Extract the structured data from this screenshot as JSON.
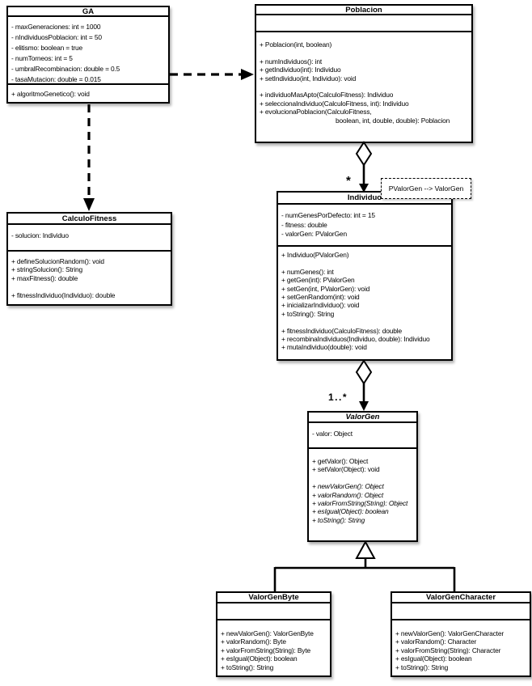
{
  "classes": {
    "ga": {
      "name": "GA",
      "attributes": [
        {
          "text": "- maxGeneraciones: int = 1000"
        },
        {
          "text": "- nIndividuosPoblacion: int = 50"
        },
        {
          "text": "- elitismo: boolean = true"
        },
        {
          "text": "- numTorneos: int = 5"
        },
        {
          "text": "- umbralRecombinacion: double = 0.5"
        },
        {
          "text": "- tasaMutacion: double = 0.015"
        }
      ],
      "methods": [
        {
          "text": "+ algoritmoGenetico(): void"
        }
      ]
    },
    "poblacion": {
      "name": "Poblacion",
      "attributes": [],
      "methods": [
        {
          "text": "+ Poblacion(int, boolean)"
        },
        {
          "text": ""
        },
        {
          "text": "+ numIndividuos(): int"
        },
        {
          "text": "+ getIndividuo(int): Individuo"
        },
        {
          "text": "+ setIndividuo(int, Individuo): void"
        },
        {
          "text": ""
        },
        {
          "text": "+ individuoMasApto(CalculoFitness): Individuo"
        },
        {
          "text": "+ seleccionaIndividuo(CalculoFitness, int): Individuo"
        },
        {
          "text": "+ evolucionaPoblacion(CalculoFitness,"
        },
        {
          "text": "boolean, int, double, double): Poblacion",
          "indent": true
        }
      ]
    },
    "calculofitness": {
      "name": "CalculoFitness",
      "attributes": [
        {
          "text": "- solucion: Individuo"
        }
      ],
      "methods": [
        {
          "text": "+ defineSolucionRandom(): void"
        },
        {
          "text": "+ stringSolucion(): String"
        },
        {
          "text": "+ maxFitness(): double"
        },
        {
          "text": ""
        },
        {
          "text": "+ fitnessIndividuo(Individuo): double"
        }
      ]
    },
    "individuo": {
      "name": "Individuo",
      "attributes": [
        {
          "text": "- numGenesPorDefecto: int = 15"
        },
        {
          "text": "- fitness: double"
        },
        {
          "text": "- valorGen: PValorGen"
        }
      ],
      "methods": [
        {
          "text": "+ Individuo(PValorGen)"
        },
        {
          "text": ""
        },
        {
          "text": "+ numGenes(): int"
        },
        {
          "text": "+ getGen(int): PValorGen"
        },
        {
          "text": "+ setGen(int, PValorGen): void"
        },
        {
          "text": "+ setGenRandom(int): void"
        },
        {
          "text": "+ inicializarIndividuo(): void"
        },
        {
          "text": "+ toString(): String"
        },
        {
          "text": ""
        },
        {
          "text": "+ fitnessIndividuo(CalculoFitness): double"
        },
        {
          "text": "+ recombinaIndividuos(Individuo, double): Individuo"
        },
        {
          "text": "+ mutaIndividuo(double): void"
        }
      ]
    },
    "valorgen": {
      "name": "ValorGen",
      "attributes": [
        {
          "text": "- valor: Object"
        }
      ],
      "methods": [
        {
          "text": "+ getValor(): Object"
        },
        {
          "text": "+ setValor(Object): void"
        },
        {
          "text": ""
        },
        {
          "text": "+ newValorGen(): Object",
          "italic": true
        },
        {
          "text": "+ valorRandom(): Object",
          "italic": true
        },
        {
          "text": "+ valorFromString(String): Object",
          "italic": true
        },
        {
          "text": "+ esIgual(Object): boolean",
          "italic": true
        },
        {
          "text": "+ toString(): String",
          "italic": true
        }
      ]
    },
    "valorgenbyte": {
      "name": "ValorGenByte",
      "attributes": [],
      "methods": [
        {
          "text": "+ newValorGen(): ValorGenByte"
        },
        {
          "text": "+ valorRandom(): Byte"
        },
        {
          "text": "+ valorFromString(String): Byte"
        },
        {
          "text": "+ esIgual(Object): boolean"
        },
        {
          "text": "+ toString(): String"
        }
      ]
    },
    "valorgencharacter": {
      "name": "ValorGenCharacter",
      "attributes": [],
      "methods": [
        {
          "text": "+ newValorGen(): ValorGenCharacter"
        },
        {
          "text": "+ valorRandom(): Character"
        },
        {
          "text": "+ valorFromString(String): Character"
        },
        {
          "text": "+ esIgual(Object): boolean"
        },
        {
          "text": "+ toString(): String"
        }
      ]
    }
  },
  "labels": {
    "note": "PValorGen --> ValorGen",
    "poblacion_individuo_multiplicity": "*",
    "individuo_valorgen_multiplicity": "1..*"
  },
  "colors": {
    "line": "#000000",
    "box_fill": "#ffffff"
  }
}
